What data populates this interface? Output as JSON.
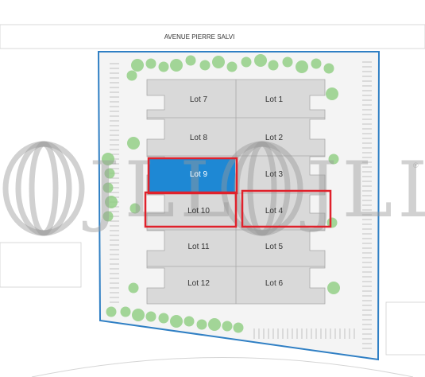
{
  "map": {
    "street": "AVENUE PIERRE SALVI",
    "lots": [
      {
        "id": "lot-7",
        "label": "Lot 7",
        "highlight": "none"
      },
      {
        "id": "lot-1",
        "label": "Lot 1",
        "highlight": "none"
      },
      {
        "id": "lot-8",
        "label": "Lot 8",
        "highlight": "none"
      },
      {
        "id": "lot-2",
        "label": "Lot 2",
        "highlight": "none"
      },
      {
        "id": "lot-9",
        "label": "Lot 9",
        "highlight": "blue-fill"
      },
      {
        "id": "lot-3",
        "label": "Lot 3",
        "highlight": "none"
      },
      {
        "id": "lot-10",
        "label": "Lot 10",
        "highlight": "red-outline"
      },
      {
        "id": "lot-4",
        "label": "Lot 4",
        "highlight": "red-outline"
      },
      {
        "id": "lot-11",
        "label": "Lot 11",
        "highlight": "none"
      },
      {
        "id": "lot-5",
        "label": "Lot 5",
        "highlight": "none"
      },
      {
        "id": "lot-12",
        "label": "Lot 12",
        "highlight": "none"
      },
      {
        "id": "lot-6",
        "label": "Lot 6",
        "highlight": "none"
      }
    ],
    "watermark": {
      "text": "JLL",
      "registered": "®"
    },
    "colors": {
      "site_border": "#2f7fc4",
      "site_fill": "#f4f4f4",
      "building_fill": "#d9d9d9",
      "building_stroke": "#a8a8a8",
      "available_fill": "#1e88d4",
      "selected_outline": "#e0212b",
      "tree_green": "#93cf86",
      "street_fill": "#ffffff"
    }
  }
}
